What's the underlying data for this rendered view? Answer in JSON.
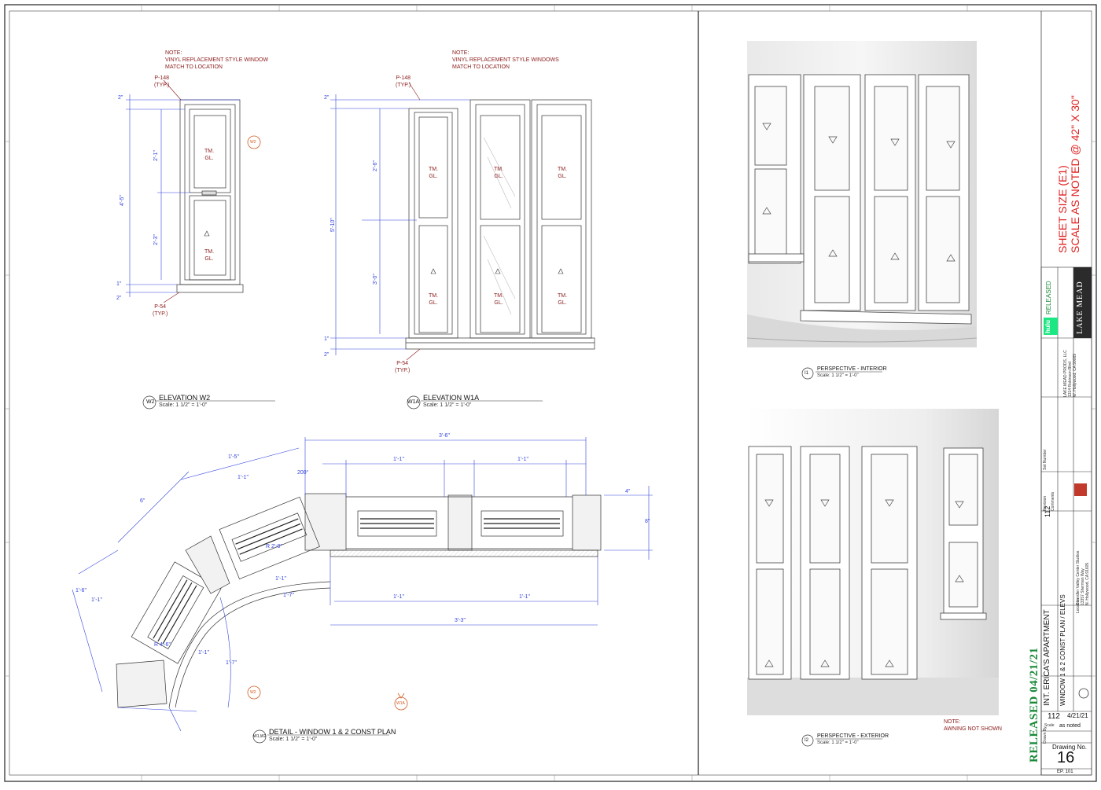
{
  "notes": {
    "w2": [
      "NOTE:",
      "VINYL REPLACEMENT STYLE WINDOW",
      "MATCH TO LOCATION"
    ],
    "w1a": [
      "NOTE:",
      "VINYL REPLACEMENT STYLE WINDOWS",
      "MATCH TO LOCATION"
    ],
    "awning": [
      "NOTE:",
      "AWNING NOT SHOWN"
    ]
  },
  "callouts": {
    "p148_typ": [
      "P-148",
      "(TYP.)"
    ],
    "p54_typ": [
      "P-54",
      "(TYP.)"
    ]
  },
  "glass_label": [
    "TM.",
    "GL."
  ],
  "dims_w2": {
    "top": "2\"",
    "h1": "2'-1\"",
    "h2": "2'-3\"",
    "overall": "4'-5\"",
    "sill1": "1\"",
    "sill2": "2\""
  },
  "dims_w1a": {
    "top": "2\"",
    "h1": "2'-6\"",
    "h2": "3'-0\"",
    "overall": "5'-10\"",
    "sill1": "1\"",
    "sill2": "2\""
  },
  "plan_dims": {
    "overall_top": "3'-6\"",
    "overall_bottom": "3'-3\"",
    "seg_a": "1'-1\"",
    "seg_b": "1'-1\"",
    "seg_c": "1'-1\"",
    "seg_d": "1'-1\"",
    "seg_e": "1'-1\"",
    "seg_f": "1'-7\"",
    "seg_g": "1'-5\"",
    "seg_h": "1'-1\"",
    "seg_i": "1'-6\"",
    "bot_a": "1'-1\"",
    "bot_b": "1'-1\"",
    "r1": "R 2'-0\"",
    "r2": "R 4'-6\"",
    "ang": "200°",
    "small_a": "4\"",
    "small_b": "6\"",
    "small_c": "8\""
  },
  "titles": {
    "w2": {
      "tag": "W2",
      "name": "ELEVATION W2",
      "scale": "Scale: 1 1/2\" = 1'-0\""
    },
    "w1a": {
      "tag": "W1A",
      "name": "ELEVATION W1A",
      "scale": "Scale: 1 1/2\" = 1'-0\""
    },
    "detail": {
      "tag": "W1,W2",
      "name": "DETAIL - WINDOW 1 & 2 CONST PLAN",
      "scale": "Scale: 1 1/2\" = 1'-0\""
    },
    "p_int": {
      "tag": "I1",
      "name": "PERSPECTIVE - INTERIOR",
      "scale": "Scale: 1 1/2\" = 1'-0\""
    },
    "p_ext": {
      "tag": "I2",
      "name": "PERSPECTIVE - EXTERIOR",
      "scale": "Scale: 1 1/2\" = 1'-0\""
    }
  },
  "section_tags": {
    "w2": "W2",
    "w1a": "W1A"
  },
  "sheet_size": [
    "SHEET SIZE (E1)",
    "SCALE AS NOTED @ 42\" X 30\""
  ],
  "title_block": {
    "project": "LAKE MEAD",
    "network": "hulu",
    "status": "RELEASED",
    "set_title": "INT. ERICA'S APARTMENT",
    "sheet_title": "WINDOW 1 & 2 CONST PLAN / ELEVS",
    "set_no": "112",
    "date": "4/21/21",
    "scale_label": "Scale",
    "scale_value": "as noted",
    "drawing_no_label": "Drawing No.",
    "drawing_no": "16",
    "sheet_code": "EP. 101",
    "released_stamp": "RELEASED 04/21/21",
    "company": [
      "LAKE MEAD PRODS, LLC",
      "1314 Robinson Blvd",
      "W. Hollywood, CA 90069"
    ],
    "location": [
      "Chandler Valley Center Studios",
      "13357 Sherman Way",
      "N. Hollywood, CA 91605"
    ],
    "location_label": "Location",
    "set_label": "Set Number",
    "revision_label": "Revision",
    "comments_label": "Comments",
    "drawn_label": "Drawn By"
  }
}
